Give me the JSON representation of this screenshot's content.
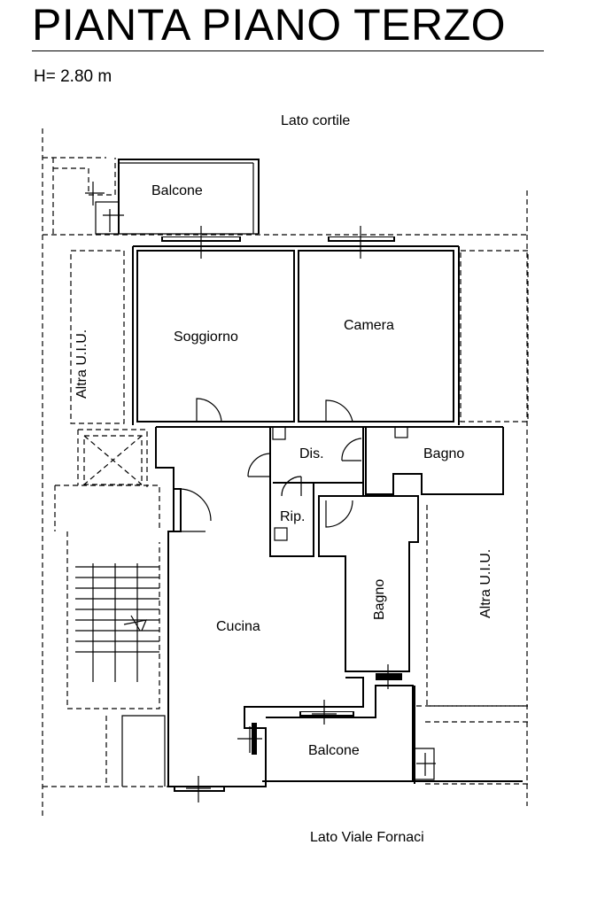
{
  "header": {
    "title": "PIANTA PIANO TERZO",
    "height": "H= 2.80 m"
  },
  "plan": {
    "side_top": "Lato cortile",
    "side_bottom": "Lato Viale Fornaci",
    "rooms": {
      "balcone_top": "Balcone",
      "soggiorno": "Soggiorno",
      "camera": "Camera",
      "dis": "Dis.",
      "bagno_right": "Bagno",
      "rip": "Rip.",
      "bagno_vertical": "Bagno",
      "cucina": "Cucina",
      "balcone_bottom": "Balcone"
    },
    "neighbors": {
      "left": "Altra U.I.U.",
      "right": "Altra U.I.U."
    }
  }
}
